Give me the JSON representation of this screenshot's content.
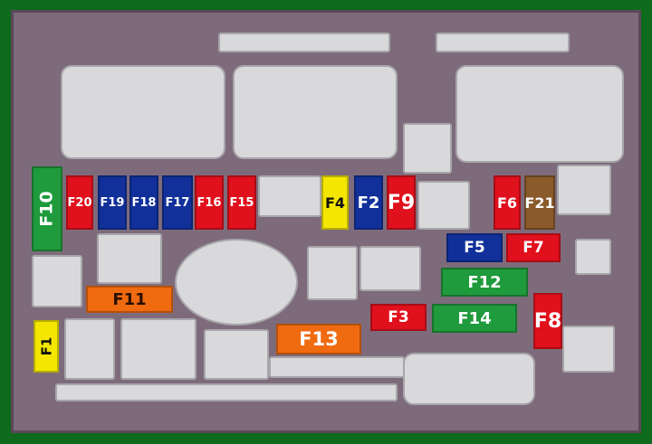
{
  "colors": {
    "red": "#e0101c",
    "blue": "#11309a",
    "green": "#1f9a3c",
    "orange": "#f06a10",
    "yellow": "#f4e600",
    "brown": "#8a5a2a",
    "housing": "#7d6b7b",
    "background": "#0e6a1c"
  },
  "fuses": {
    "F1": {
      "label": "F1",
      "color": "yellow"
    },
    "F2": {
      "label": "F2",
      "color": "blue"
    },
    "F3": {
      "label": "F3",
      "color": "red"
    },
    "F4": {
      "label": "F4",
      "color": "yellow"
    },
    "F5": {
      "label": "F5",
      "color": "blue"
    },
    "F6": {
      "label": "F6",
      "color": "red"
    },
    "F7": {
      "label": "F7",
      "color": "red"
    },
    "F8": {
      "label": "F8",
      "color": "red"
    },
    "F9": {
      "label": "F9",
      "color": "red"
    },
    "F10": {
      "label": "F10",
      "color": "green"
    },
    "F11": {
      "label": "F11",
      "color": "orange"
    },
    "F12": {
      "label": "F12",
      "color": "green"
    },
    "F13": {
      "label": "F13",
      "color": "orange"
    },
    "F14": {
      "label": "F14",
      "color": "green"
    },
    "F15": {
      "label": "F15",
      "color": "red"
    },
    "F16": {
      "label": "F16",
      "color": "red"
    },
    "F17": {
      "label": "F17",
      "color": "blue"
    },
    "F18": {
      "label": "F18",
      "color": "blue"
    },
    "F19": {
      "label": "F19",
      "color": "blue"
    },
    "F20": {
      "label": "F20",
      "color": "red"
    },
    "F21": {
      "label": "F21",
      "color": "brown"
    }
  }
}
